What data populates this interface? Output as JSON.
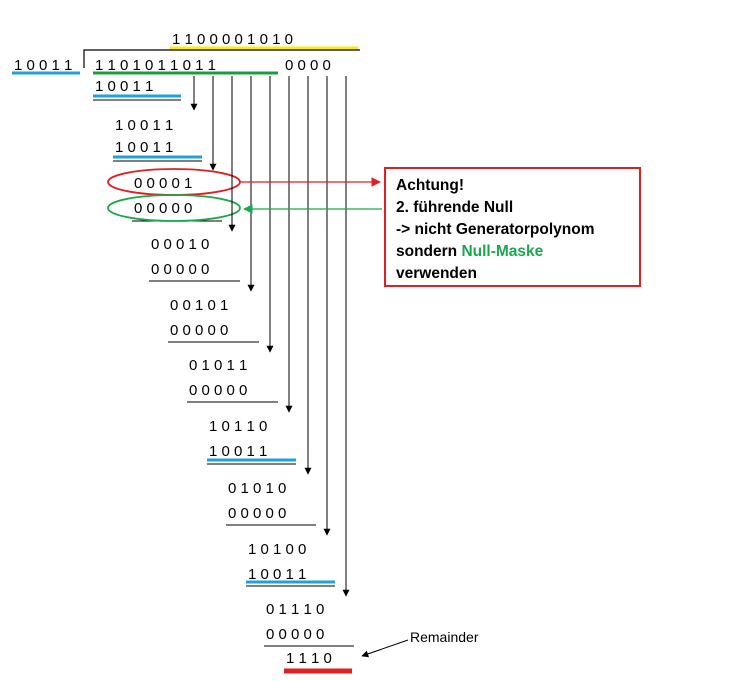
{
  "quotient": "1 1 0 0 0 0 1 0 1 0",
  "divisor": "1 0 0 1 1",
  "dividend": "1 1 0 1 0 1 1 0 1 1",
  "appended_zeros": "0 0 0 0",
  "steps": [
    {
      "minuend": "",
      "subtrahend": "1 0 0 1 1",
      "mask": "generator"
    },
    {
      "minuend": "1 0 0 1 1",
      "subtrahend": "1 0 0 1 1",
      "mask": "generator"
    },
    {
      "minuend": "0 0 0 0 1",
      "subtrahend": "0 0 0 0 0",
      "mask": "null"
    },
    {
      "minuend": "0 0 0 1 0",
      "subtrahend": "0 0 0 0 0",
      "mask": "null"
    },
    {
      "minuend": "0 0 1 0 1",
      "subtrahend": "0 0 0 0 0",
      "mask": "null"
    },
    {
      "minuend": "0 1 0 1 1",
      "subtrahend": "0 0 0 0 0",
      "mask": "null"
    },
    {
      "minuend": "1 0 1 1 0",
      "subtrahend": "1 0 0 1 1",
      "mask": "generator"
    },
    {
      "minuend": "0 1 0 1 0",
      "subtrahend": "0 0 0 0 0",
      "mask": "null"
    },
    {
      "minuend": "1 0 1 0 0",
      "subtrahend": "1 0 0 1 1",
      "mask": "generator"
    },
    {
      "minuend": "0 1 1 1 0",
      "subtrahend": "0 0 0 0 0",
      "mask": "null"
    }
  ],
  "remainder": "1 1 1 0",
  "remainder_label": "Remainder",
  "note": {
    "line1": "Achtung!",
    "line2": "2. führende Null",
    "line3": "-> nicht Generatorpolynom",
    "line4_prefix": "sondern ",
    "line4_highlight": "Null-Maske",
    "line5": "verwenden"
  },
  "colors": {
    "quotient_highlight": "#ffee00",
    "generator_highlight": "#1da1e0",
    "dividend_highlight": "#1a9c3e",
    "remainder_highlight": "#e02020",
    "warning": "#e02020",
    "null_mask": "#1aa84b"
  }
}
